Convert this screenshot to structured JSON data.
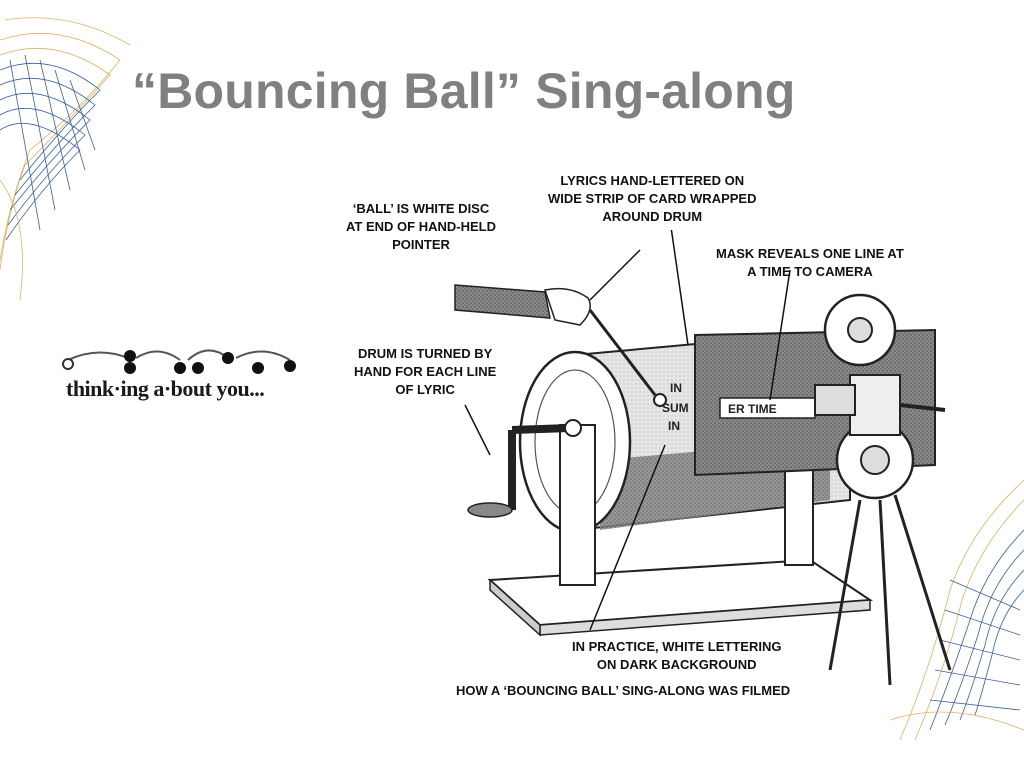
{
  "slide": {
    "title": "“Bouncing Ball” Sing-along"
  },
  "thinking_graphic": {
    "text": "think·ing a·bout you..."
  },
  "annotations": {
    "ball": "‘BALL’ IS WHITE DISC\nAT END OF HAND-HELD\nPOINTER",
    "lyrics": "LYRICS HAND-LETTERED ON\nWIDE STRIP OF CARD WRAPPED\nAROUND DRUM",
    "mask": "MASK REVEALS ONE LINE AT\nA TIME TO CAMERA",
    "drum": "DRUM IS TURNED BY\nHAND FOR EACH LINE\nOF LYRIC",
    "practice": "IN PRACTICE, WHITE LETTERING\nON DARK BACKGROUND"
  },
  "caption": "HOW A ‘BOUNCING BALL’ SING-ALONG WAS FILMED",
  "drum_lettering": {
    "line1": "IN",
    "line2": "SUM",
    "line3": "IN",
    "mask_window": "ER TIME"
  },
  "colors": {
    "title": "#808080",
    "deco_blue": "#3a5f9e",
    "deco_gold": "#e0b060",
    "mask_gray": "#666666"
  }
}
